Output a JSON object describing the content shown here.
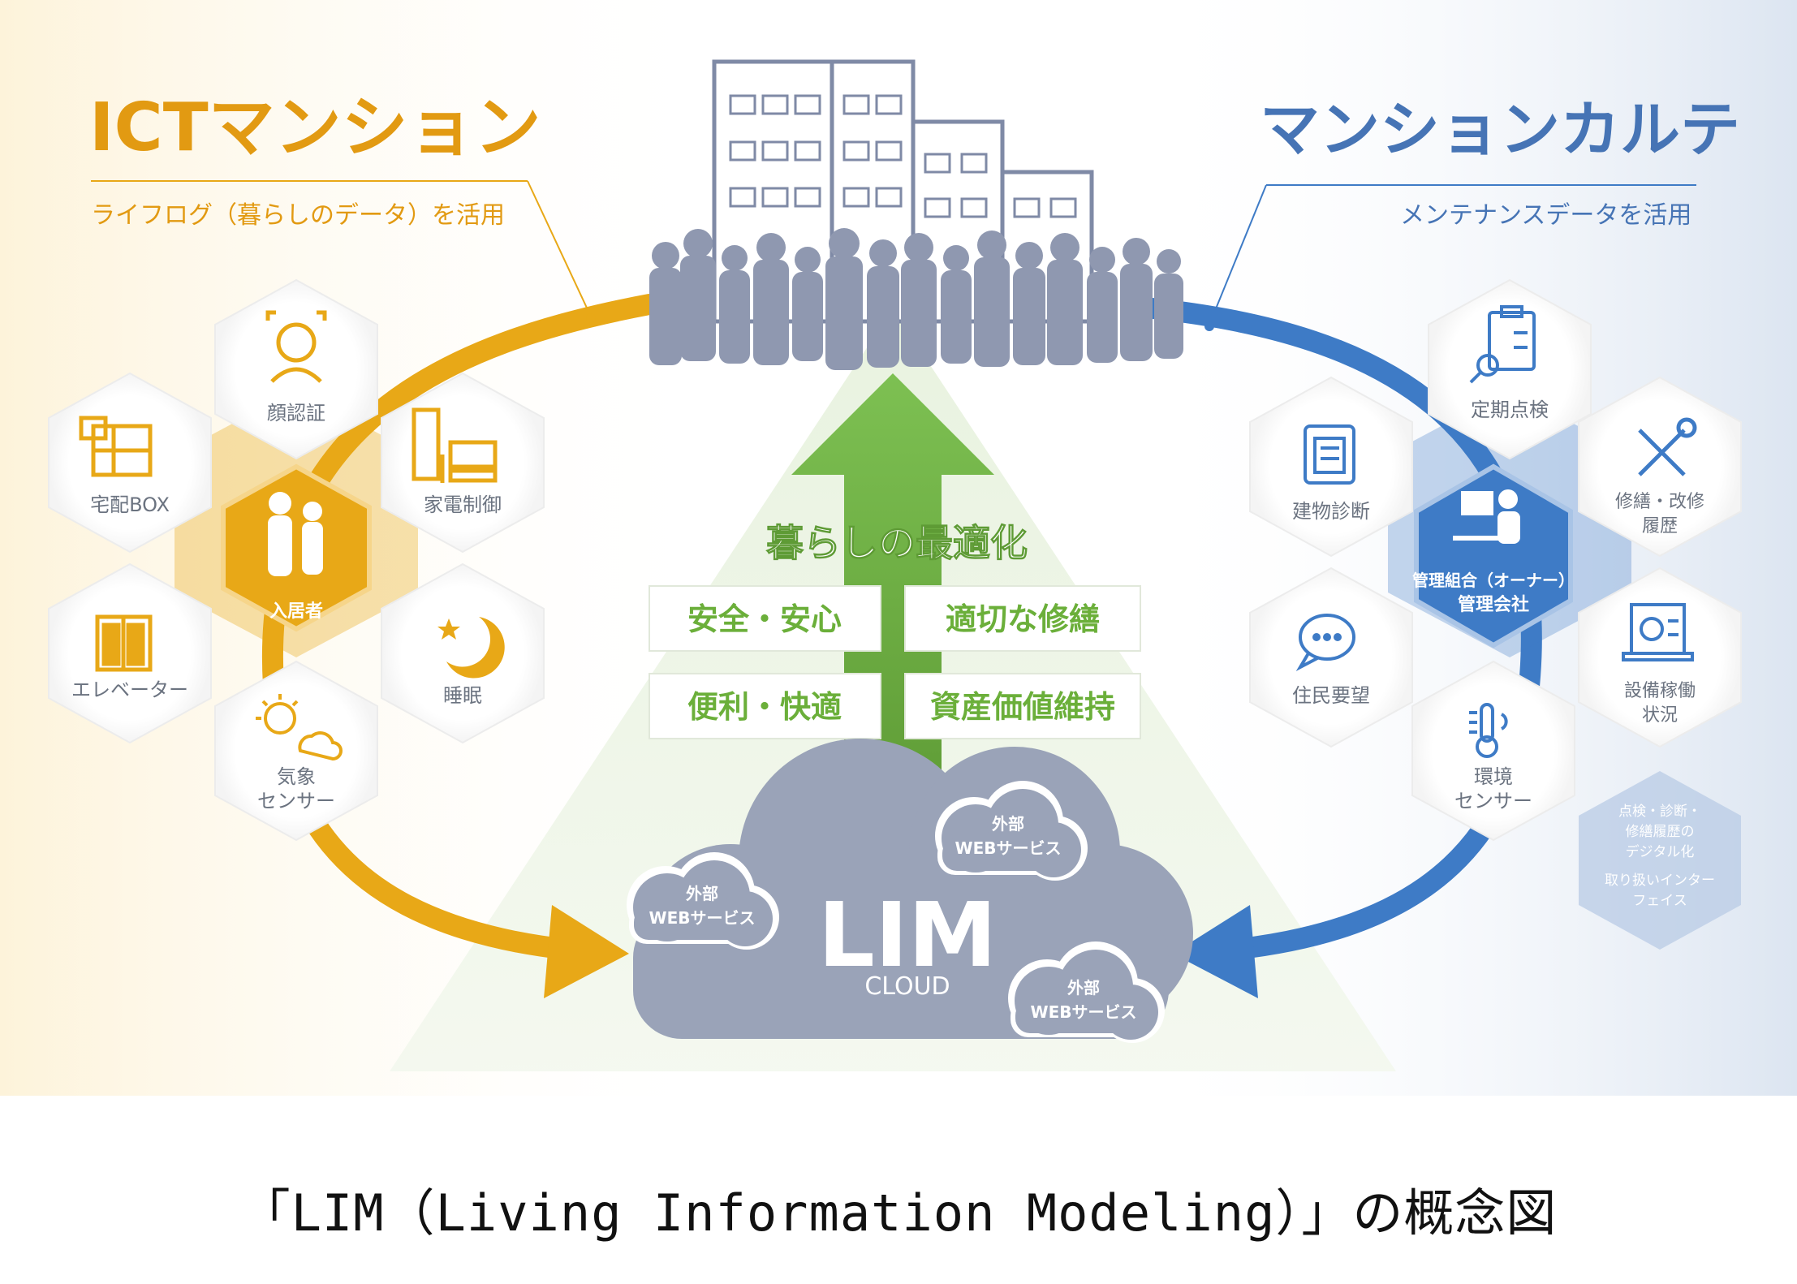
{
  "colors": {
    "orange": "#E8A817",
    "orange_text": "#E29A12",
    "orange_light": "#FBE8B6",
    "blue": "#3E7BC6",
    "blue_text": "#4674B5",
    "blue_light": "#DCE6F3",
    "green": "#72B545",
    "green_text": "#6BAF3A",
    "gray": "#9AA3B8",
    "cloud_text": "#ffffff"
  },
  "left_panel": {
    "title": "ICTマンション",
    "subtitle": "ライフログ（暮らしのデータ）を活用",
    "center_label": "入居者",
    "items": [
      {
        "label": "顔認証",
        "icon": "face-id-icon"
      },
      {
        "label": "宅配BOX",
        "icon": "delivery-box-icon"
      },
      {
        "label": "家電制御",
        "icon": "appliance-icon"
      },
      {
        "label": "エレベーター",
        "icon": "elevator-icon"
      },
      {
        "label": "睡眠",
        "icon": "moon-icon"
      },
      {
        "label": "気象",
        "label2": "センサー",
        "icon": "weather-icon"
      }
    ]
  },
  "right_panel": {
    "title": "マンションカルテ",
    "subtitle": "メンテナンスデータを活用",
    "center_label": "管理組合（オーナー）",
    "center_label2": "管理会社",
    "items": [
      {
        "label": "定期点検",
        "icon": "inspection-clipboard-icon"
      },
      {
        "label": "建物診断",
        "icon": "diagnosis-icon"
      },
      {
        "label": "修繕・改修",
        "label2": "履歴",
        "icon": "tools-icon"
      },
      {
        "label": "住民要望",
        "icon": "speech-bubble-icon"
      },
      {
        "label": "設備稼働",
        "label2": "状況",
        "icon": "equipment-icon"
      },
      {
        "label": "環境",
        "label2": "センサー",
        "icon": "thermometer-icon"
      }
    ],
    "extra_lines": [
      "点検・診断・",
      "修繕履歴の",
      "デジタル化",
      "取り扱いインター",
      "フェイス"
    ]
  },
  "center": {
    "arrow_label": "暮らしの最適化",
    "boxes": [
      "安全・安心",
      "適切な修繕",
      "便利・快適",
      "資産価値維持"
    ],
    "cloud_title": "LIM",
    "cloud_sub": "CLOUD",
    "web_top": "外部",
    "web_bottom": "WEBサービス"
  },
  "caption": "「LIM（Living Information Modeling）」の概念図"
}
